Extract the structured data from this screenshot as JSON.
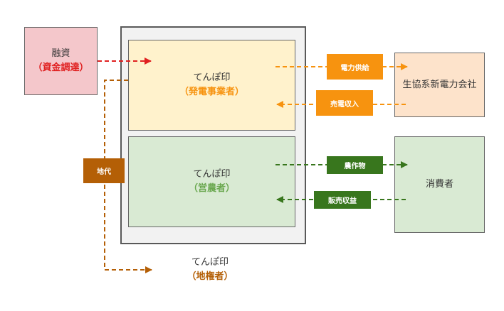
{
  "finance": {
    "label": "融資",
    "sub": "（資金調達）"
  },
  "power_producer": {
    "name": "てんぽ印",
    "role": "（発電事業者）"
  },
  "farm_operator": {
    "name": "てんぽ印",
    "role": "（営農者）"
  },
  "landowner": {
    "name": "てんぽ印",
    "role": "（地権者）"
  },
  "utility": {
    "name": "生協系新電力会社"
  },
  "consumer": {
    "name": "消費者"
  },
  "flows": {
    "power_supply": "電力供給",
    "power_revenue": "売電収入",
    "produce": "農作物",
    "sales_revenue": "販売収益",
    "land_rent": "地代"
  },
  "colors": {
    "finance_fill": "#f4c7cb",
    "finance_text": "#e02020",
    "finance_arrow": "#e02020",
    "power_fill": "#fff2cc",
    "power_accent": "#f7930f",
    "farm_fill": "#d9ead3",
    "farm_accent": "#38761d",
    "utility_fill": "#fde3cb",
    "consumer_fill": "#d9ead3",
    "land_accent": "#b45f06",
    "outer_fill": "#f2f2f2",
    "outer_border": "#595959"
  }
}
